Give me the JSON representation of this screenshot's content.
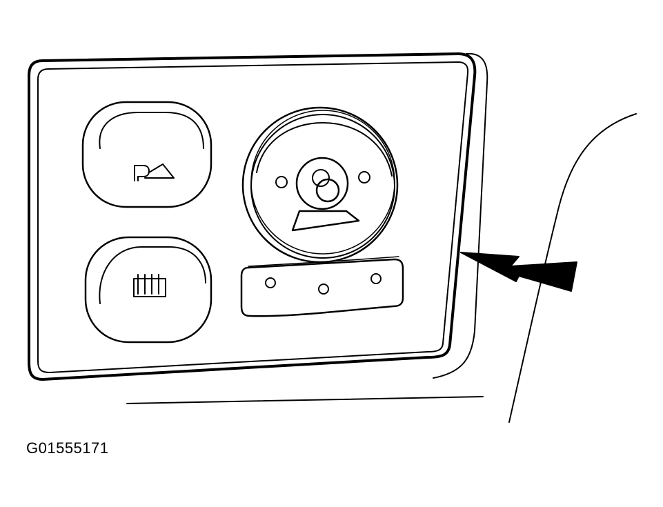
{
  "figure": {
    "id_label": "G01555171"
  },
  "switches": [
    {
      "name": "park-brake-switch",
      "icon": "parking-brake-icon"
    },
    {
      "name": "rear-defrost-switch",
      "icon": "rear-defrost-icon"
    }
  ],
  "mirror_control": {
    "name": "mirror-control-knob",
    "selector_positions": 3
  },
  "colors": {
    "line": "#000000",
    "background": "#ffffff"
  }
}
